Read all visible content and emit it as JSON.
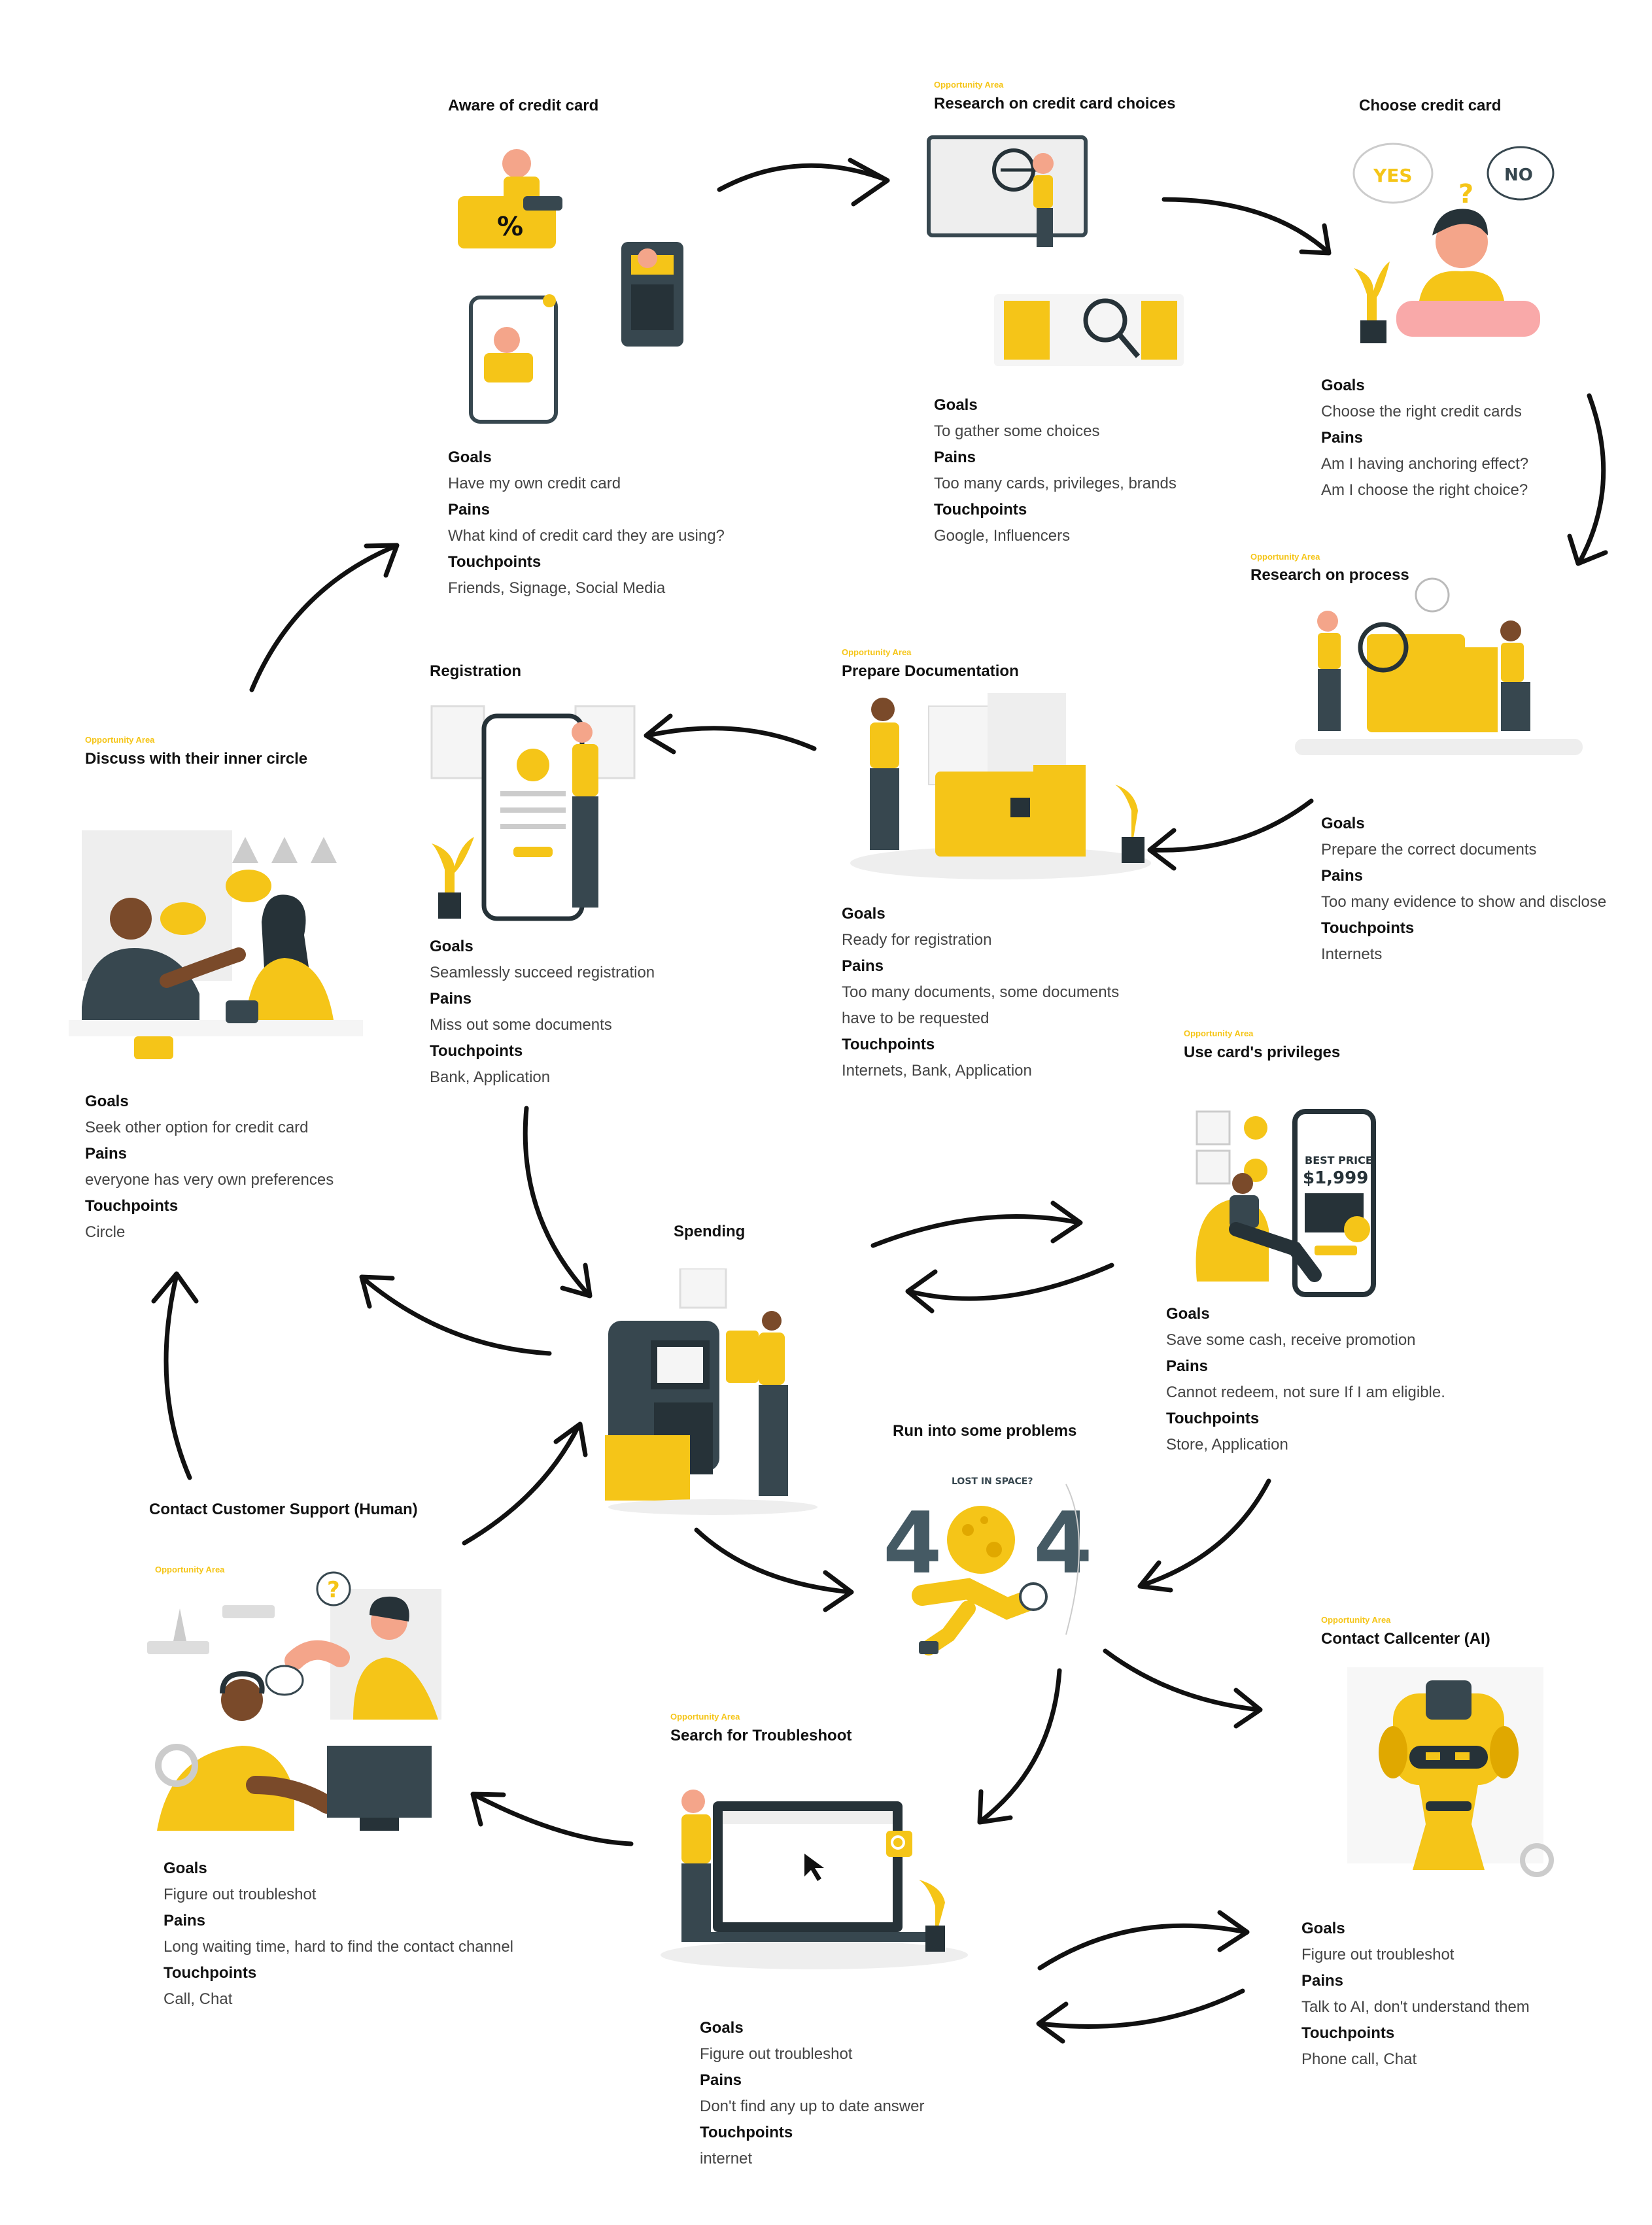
{
  "stages": {
    "aware": {
      "title": "Aware of credit card",
      "goals_label": "Goals",
      "goals": "Have my own credit card",
      "pains_label": "Pains",
      "pains": "What kind of credit card they are using?",
      "touch_label": "Touchpoints",
      "touch": "Friends, Signage, Social Media"
    },
    "research_choices": {
      "opportunity": "Opportunity Area",
      "title": "Research on credit card choices",
      "goals_label": "Goals",
      "goals": "To gather some choices",
      "pains_label": "Pains",
      "pains": "Too many cards, privileges, brands",
      "touch_label": "Touchpoints",
      "touch": "Google, Influencers"
    },
    "choose": {
      "title": "Choose credit card",
      "yes": "YES",
      "no": "NO",
      "goals_label": "Goals",
      "goals": "Choose the right credit cards",
      "pains_label": "Pains",
      "pains": "Am I having anchoring effect?",
      "pains2": "Am I choose the right choice?"
    },
    "research_process": {
      "opportunity": "Opportunity Area",
      "title": "Research on process",
      "goals_label": "Goals",
      "goals": "Prepare the correct documents",
      "pains_label": "Pains",
      "pains": "Too many evidence to show and disclose",
      "touch_label": "Touchpoints",
      "touch": "Internets"
    },
    "prepare_doc": {
      "opportunity": "Opportunity Area",
      "title": "Prepare Documentation",
      "goals_label": "Goals",
      "goals": "Ready for registration",
      "pains_label": "Pains",
      "pains": "Too many documents, some documents",
      "pains2": "have to be requested",
      "touch_label": "Touchpoints",
      "touch": "Internets, Bank, Application"
    },
    "registration": {
      "title": "Registration",
      "goals_label": "Goals",
      "goals": "Seamlessly succeed registration",
      "pains_label": "Pains",
      "pains": "Miss out some documents",
      "touch_label": "Touchpoints",
      "touch": "Bank, Application"
    },
    "discuss": {
      "opportunity": "Opportunity Area",
      "title": "Discuss with their inner circle",
      "goals_label": "Goals",
      "goals": "Seek other option for credit card",
      "pains_label": "Pains",
      "pains": "everyone has very own preferences",
      "touch_label": "Touchpoints",
      "touch": "Circle"
    },
    "spending": {
      "title": "Spending"
    },
    "privileges": {
      "opportunity": "Opportunity Area",
      "title": "Use card's privileges",
      "best_price": "BEST PRICE",
      "price": "$1,999",
      "goals_label": "Goals",
      "goals": "Save some cash, receive promotion",
      "pains_label": "Pains",
      "pains": "Cannot redeem, not sure If I am eligible.",
      "touch_label": "Touchpoints",
      "touch": "Store, Application"
    },
    "problems": {
      "title": "Run into some problems",
      "lost": "LOST IN SPACE?",
      "code_left": "4",
      "code_right": "4"
    },
    "support_human": {
      "opportunity": "Opportunity Area",
      "title": "Contact Customer Support (Human)",
      "goals_label": "Goals",
      "goals": "Figure out troubleshot",
      "pains_label": "Pains",
      "pains": "Long waiting time, hard to find the contact channel",
      "touch_label": "Touchpoints",
      "touch": "Call, Chat"
    },
    "callcenter_ai": {
      "opportunity": "Opportunity Area",
      "title": "Contact Callcenter (AI)",
      "goals_label": "Goals",
      "goals": "Figure out troubleshot",
      "pains_label": "Pains",
      "pains": "Talk to AI, don't understand them",
      "touch_label": "Touchpoints",
      "touch": "Phone call, Chat"
    },
    "troubleshoot": {
      "opportunity": "Opportunity Area",
      "title": "Search for Troubleshoot",
      "goals_label": "Goals",
      "goals": "Figure out troubleshot",
      "pains_label": "Pains",
      "pains": "Don't find any up to date answer",
      "touch_label": "Touchpoints",
      "touch": "internet"
    }
  },
  "colors": {
    "accent": "#f5c518",
    "ink": "#111111",
    "dark": "#37474f",
    "skin": "#f4a58a",
    "grey": "#e6e6e6"
  }
}
